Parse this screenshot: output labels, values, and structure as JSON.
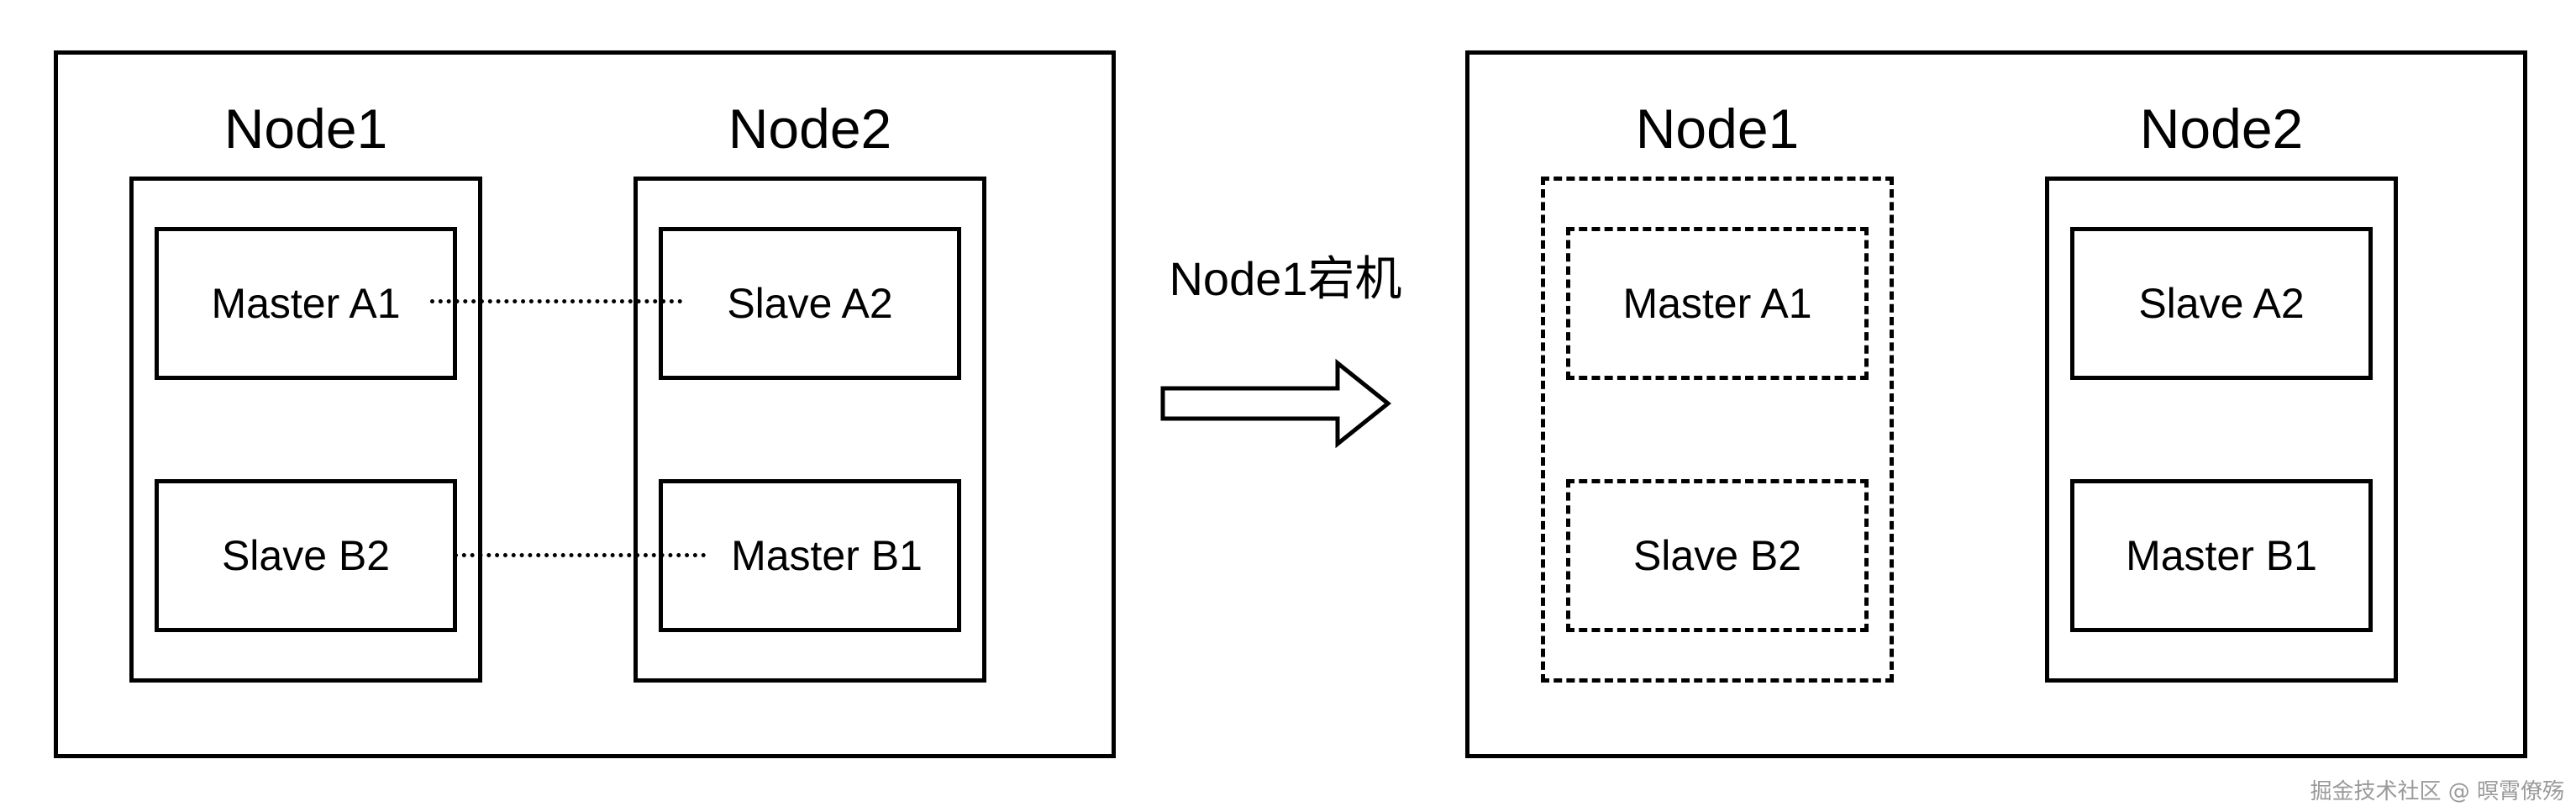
{
  "left_panel": {
    "node1": {
      "title": "Node1",
      "slots": [
        "Master A1",
        "Slave B2"
      ]
    },
    "node2": {
      "title": "Node2",
      "slots": [
        "Slave A2",
        "Master B1"
      ]
    }
  },
  "transition": {
    "caption": "Node1宕机"
  },
  "right_panel": {
    "node1": {
      "title": "Node1",
      "slots": [
        "Master A1",
        "Slave B2"
      ],
      "state": "down (dashed)"
    },
    "node2": {
      "title": "Node2",
      "slots": [
        "Slave A2",
        "Master B1"
      ]
    }
  },
  "watermark": "掘金技术社区 @ 暝霄僚殇"
}
